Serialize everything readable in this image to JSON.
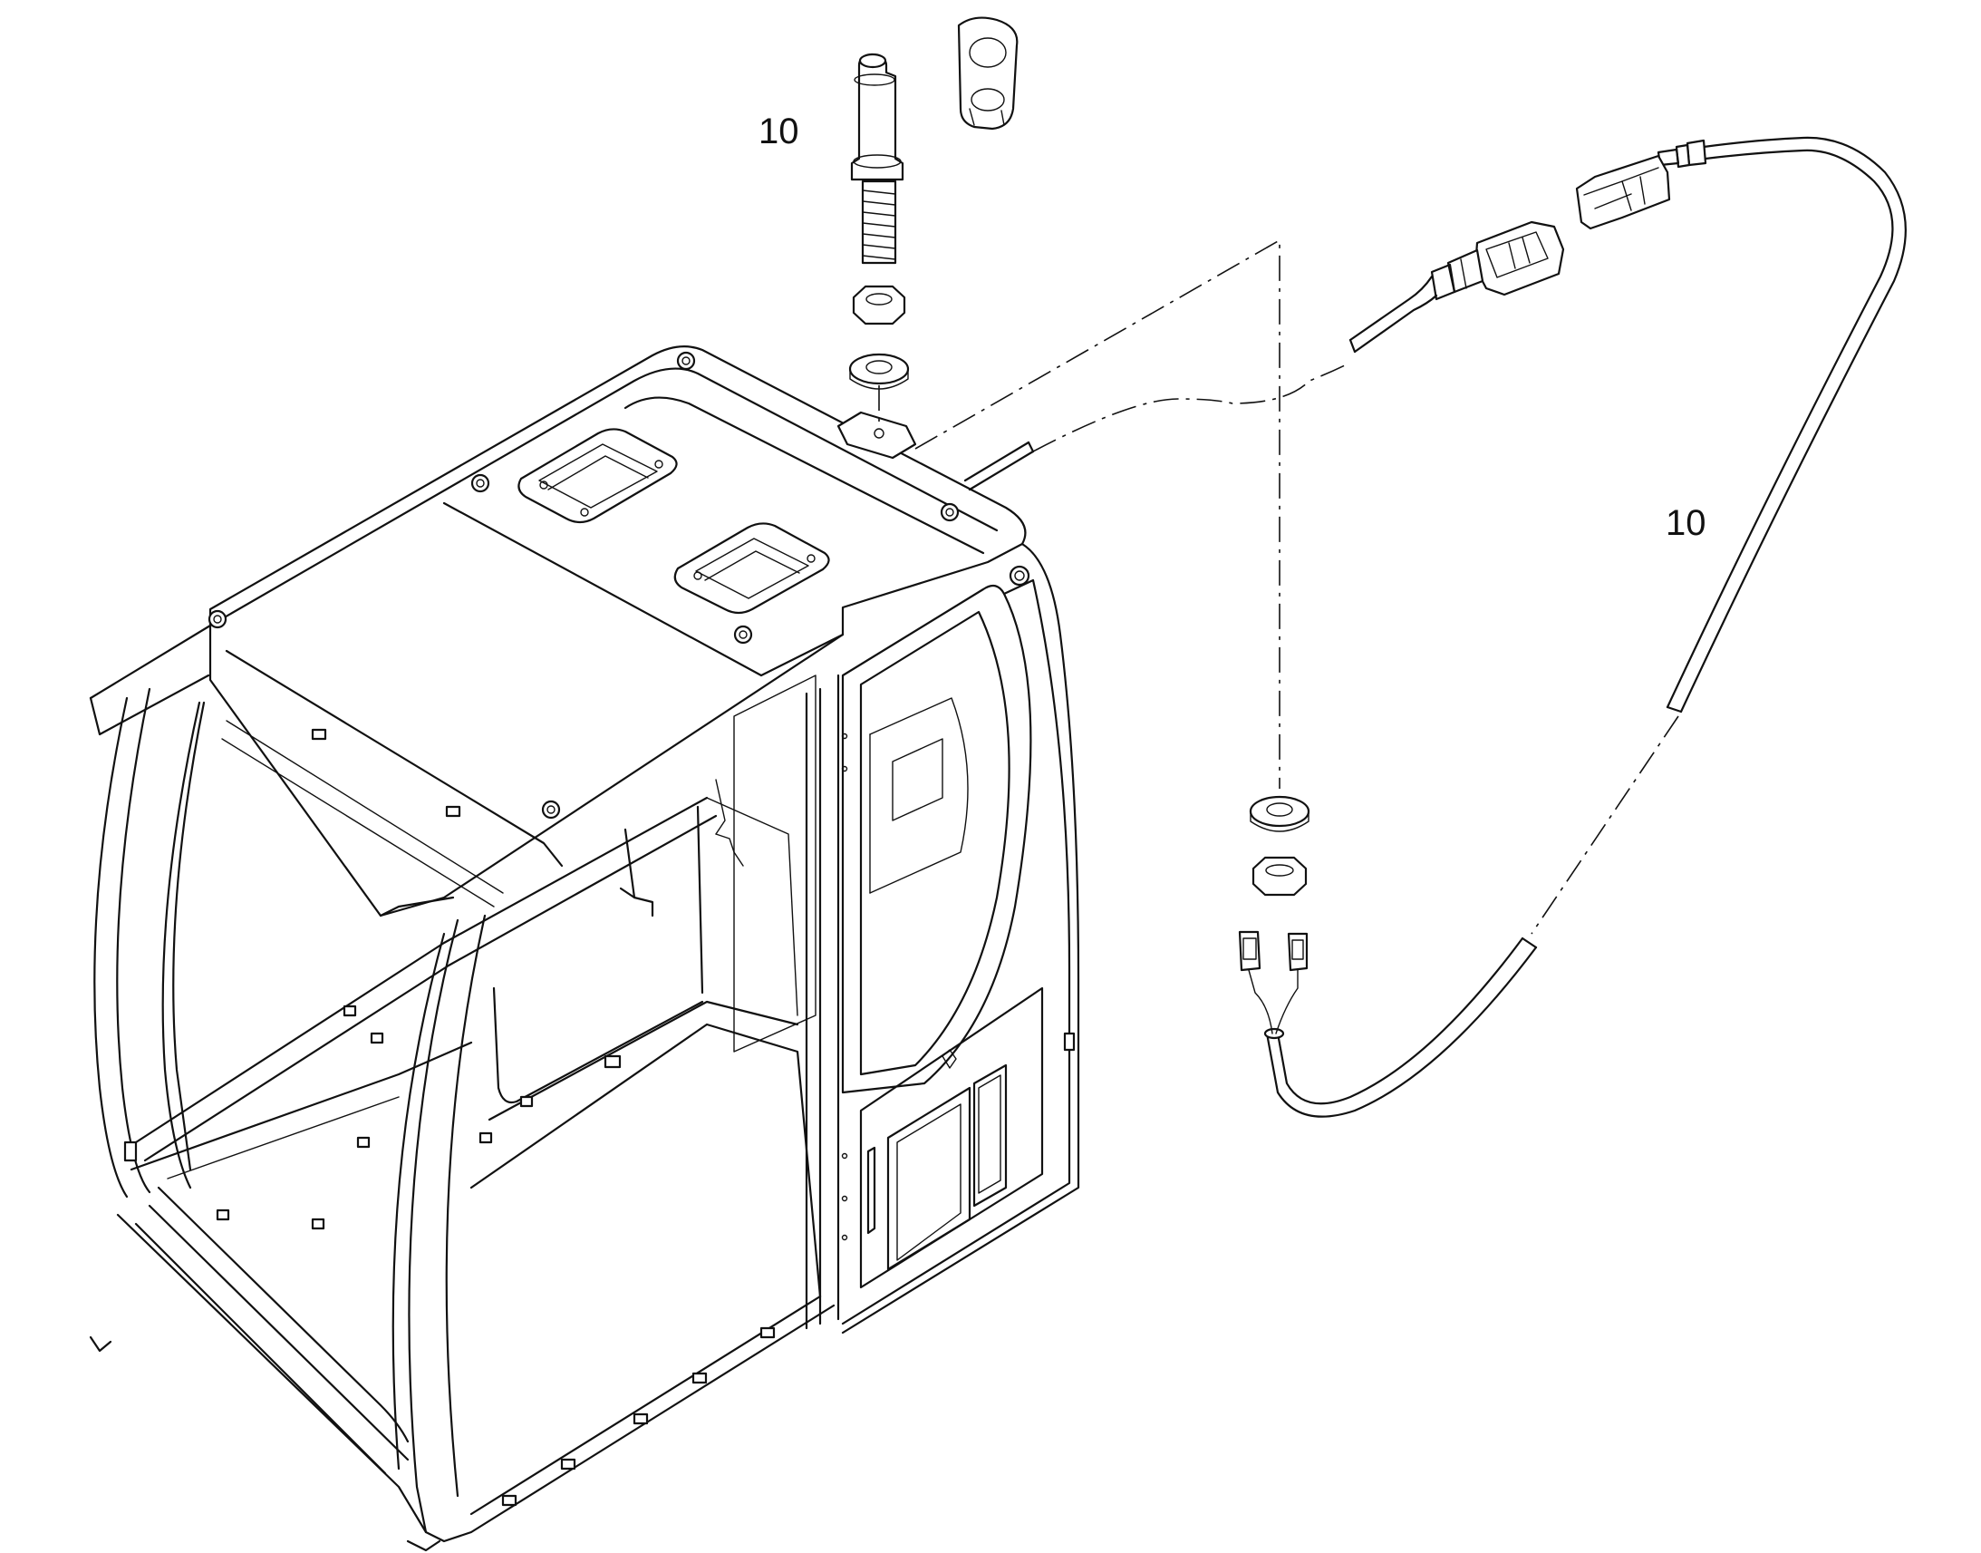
{
  "callouts": [
    {
      "id": "callout-switch",
      "text": "10"
    },
    {
      "id": "callout-harness",
      "text": "10"
    }
  ],
  "parts": {
    "switch": "toggle-switch-assembly",
    "cover": "rubber-switch-cover",
    "nut": "hex-nut",
    "washer": "lock-washer",
    "harness": "wire-harness-with-connector",
    "cab": "operator-cab-frame"
  },
  "colors": {
    "line": "#111111",
    "background": "#ffffff"
  }
}
